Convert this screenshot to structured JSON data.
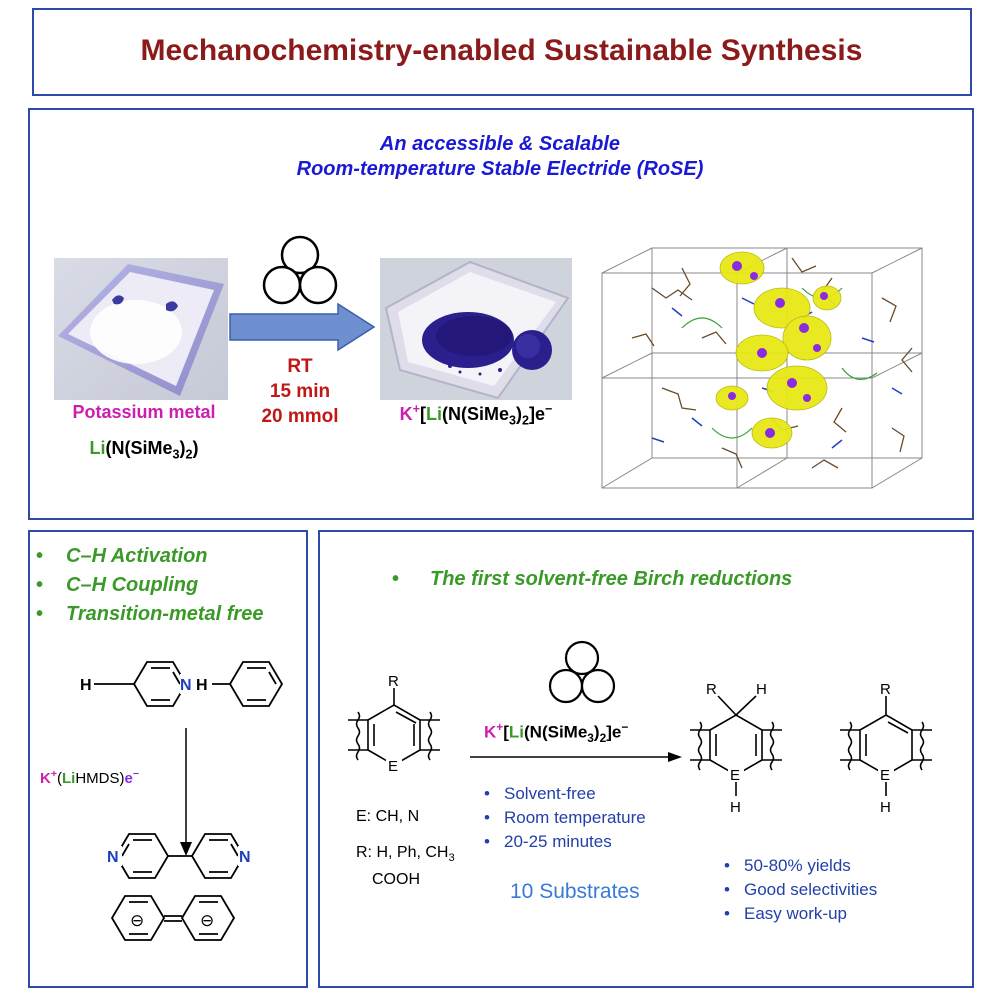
{
  "header": {
    "title": "Mechanochemistry-enabled Sustainable Synthesis"
  },
  "top": {
    "subtitle_line1": "An accessible & Scalable",
    "subtitle_line2": "Room-temperature Stable Electride (RoSE)",
    "reactant1": "Potassium metal",
    "reactant2_li": "Li",
    "reactant2_rest": "(N(SiMe",
    "reactant2_sub3": "3",
    "reactant2_close": ")",
    "reactant2_sub2": "2",
    "reactant2_end": ")",
    "cond_rt": "RT",
    "cond_time": "15 min",
    "cond_scale": "20 mmol",
    "product": {
      "k": "K",
      "plus": "+",
      "bracket": "[",
      "li": "Li",
      "mid": "(N(SiMe",
      "sub3": "3",
      "close": ")",
      "sub2": "2",
      "end": "]e",
      "minus": "−"
    }
  },
  "left": {
    "bullets": [
      "C–H Activation",
      "C–H Coupling",
      "Transition-metal free"
    ],
    "bullet_char": "•",
    "h1": "H",
    "n1": "N",
    "h2": "H",
    "reagent_k": "K",
    "reagent_plus": "+",
    "reagent_open": "(",
    "reagent_li": "Li",
    "reagent_hmds": "HMDS)",
    "reagent_e": "e",
    "reagent_minus": "−",
    "prod_n_left": "N",
    "prod_n_right": "N",
    "anion": "⊖"
  },
  "right": {
    "heading": "The first solvent-free Birch reductions",
    "bullet_char": "•",
    "sub_R": "R",
    "sub_E": "E",
    "e_def": "E: CH, N",
    "r_def_1": "R: H, Ph, CH",
    "r_def_sub": "3",
    "r_def_2": "COOH",
    "reagent": {
      "k": "K",
      "plus": "+",
      "bracket": "[",
      "li": "Li",
      "mid": "(N(SiMe",
      "sub3": "3",
      "close": ")",
      "sub2": "2",
      "end": "]e",
      "minus": "−"
    },
    "conditions": [
      "Solvent-free",
      "Room temperature",
      "20-25 minutes"
    ],
    "substrates": "10 Substrates",
    "p1_R": "R",
    "p1_H": "H",
    "p1_E": "E",
    "p1_NH": "H",
    "p2_R": "R",
    "p2_E": "E",
    "p2_NH": "H",
    "results": [
      "50-80% yields",
      "Good selectivities",
      "Easy work-up"
    ]
  },
  "colors": {
    "border": "#2d4aa8",
    "title": "#8b1a1a",
    "subtitle": "#1a1ad6",
    "green": "#3a9a28",
    "magenta": "#cc1fb0",
    "red": "#c01818",
    "arrow": "#6e8fd0",
    "electride": "#2a1f8c",
    "isosurface": "#e8e817",
    "potassium": "#8a2be2"
  }
}
